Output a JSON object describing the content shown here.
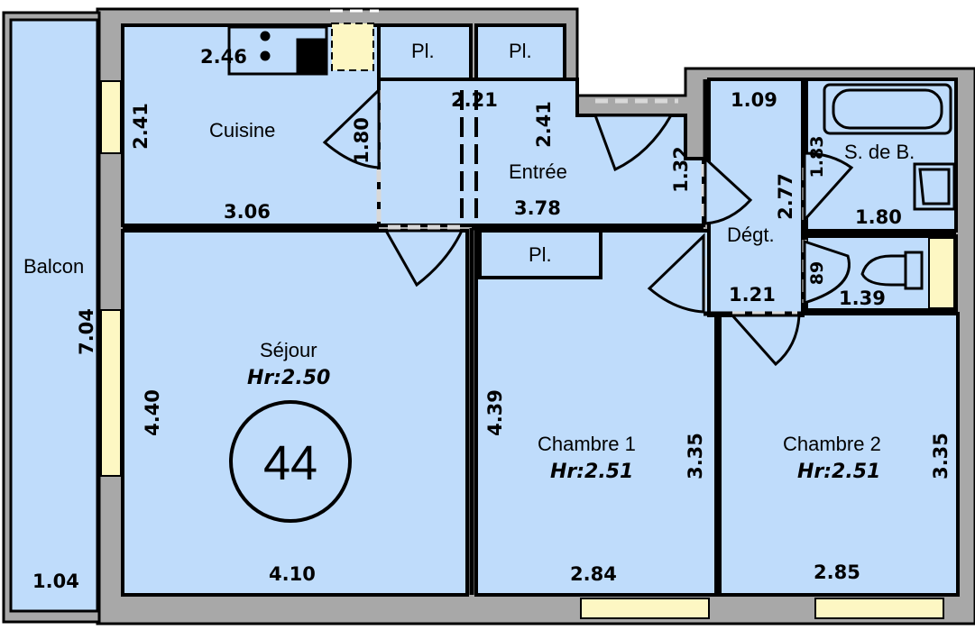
{
  "plan": {
    "unit_number": "44",
    "colors": {
      "floor": "#bfdcfb",
      "wall": "#a8a8a8",
      "wall_outline": "#000000",
      "window": "#fdf7c3",
      "door_gap": "#cfcfcf"
    },
    "rooms": {
      "balcon": {
        "label": "Balcon",
        "dims": [
          "7.04",
          "1.04"
        ]
      },
      "cuisine": {
        "label": "Cuisine",
        "dims": [
          "2.46",
          "2.41",
          "3.06"
        ]
      },
      "placards": [
        "Pl.",
        "Pl.",
        "Pl."
      ],
      "entree": {
        "label": "Entrée",
        "dims": [
          "2.21",
          "2.41",
          "1.80",
          "3.78",
          "1.32"
        ]
      },
      "sejour": {
        "label": "Séjour",
        "height": "Hr:2.50",
        "dims": [
          "4.40",
          "4.10"
        ]
      },
      "degt": {
        "label": "Dégt.",
        "dims": [
          "1.09",
          "2.77",
          "1.21"
        ]
      },
      "sdb": {
        "label": "S. de B.",
        "dims": [
          "1.83",
          "1.80"
        ]
      },
      "wc": {
        "dims": [
          "89",
          "1.39"
        ]
      },
      "chambre1": {
        "label": "Chambre 1",
        "height": "Hr:2.51",
        "dims": [
          "4.39",
          "3.35",
          "2.84"
        ]
      },
      "chambre2": {
        "label": "Chambre 2",
        "height": "Hr:2.51",
        "dims": [
          "3.35",
          "2.85"
        ]
      }
    }
  }
}
